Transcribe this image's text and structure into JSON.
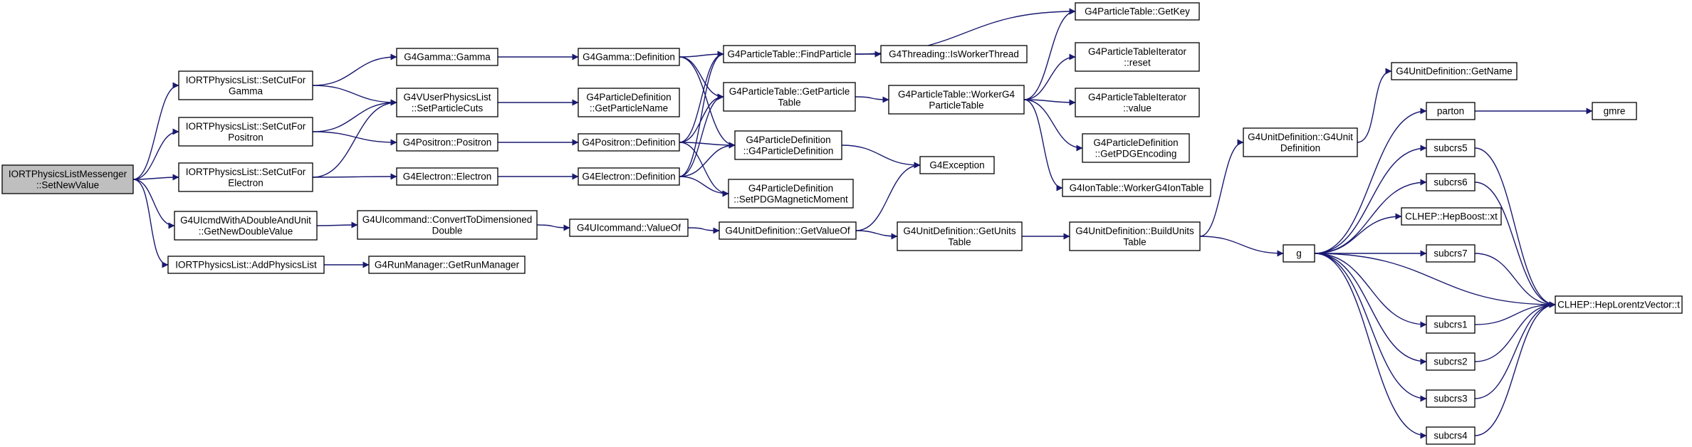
{
  "colors": {
    "edge": "#191970",
    "node_border": "#000000",
    "root_fill": "#bfbfbf",
    "node_fill": "#ffffff"
  },
  "nodes": [
    {
      "id": "root",
      "lines": [
        "IORTPhysicsListMessenger",
        "::SetNewValue"
      ],
      "root": true
    },
    {
      "id": "n1",
      "lines": [
        "IORTPhysicsList::SetCutFor",
        "Gamma"
      ]
    },
    {
      "id": "n2",
      "lines": [
        "IORTPhysicsList::SetCutFor",
        "Positron"
      ]
    },
    {
      "id": "n3",
      "lines": [
        "IORTPhysicsList::SetCutFor",
        "Electron"
      ]
    },
    {
      "id": "n4",
      "lines": [
        "G4UIcmdWithADoubleAndUnit",
        "::GetNewDoubleValue"
      ]
    },
    {
      "id": "n5",
      "lines": [
        "IORTPhysicsList::AddPhysicsList"
      ]
    },
    {
      "id": "n6",
      "lines": [
        "G4Gamma::Gamma"
      ]
    },
    {
      "id": "n7",
      "lines": [
        "G4VUserPhysicsList",
        "::SetParticleCuts"
      ]
    },
    {
      "id": "n8",
      "lines": [
        "G4Positron::Positron"
      ]
    },
    {
      "id": "n9",
      "lines": [
        "G4Electron::Electron"
      ]
    },
    {
      "id": "n10",
      "lines": [
        "G4UIcommand::ConvertToDimensioned",
        "Double"
      ]
    },
    {
      "id": "n11",
      "lines": [
        "G4RunManager::GetRunManager"
      ]
    },
    {
      "id": "n12",
      "lines": [
        "G4Gamma::Definition"
      ]
    },
    {
      "id": "n13",
      "lines": [
        "G4ParticleDefinition",
        "::GetParticleName"
      ]
    },
    {
      "id": "n14",
      "lines": [
        "G4Positron::Definition"
      ]
    },
    {
      "id": "n15",
      "lines": [
        "G4Electron::Definition"
      ]
    },
    {
      "id": "n16",
      "lines": [
        "G4UIcommand::ValueOf"
      ]
    },
    {
      "id": "n17",
      "lines": [
        "G4ParticleTable::FindParticle"
      ]
    },
    {
      "id": "n18",
      "lines": [
        "G4ParticleTable::GetParticle",
        "Table"
      ]
    },
    {
      "id": "n19",
      "lines": [
        "G4ParticleDefinition",
        "::G4ParticleDefinition"
      ]
    },
    {
      "id": "n20",
      "lines": [
        "G4ParticleDefinition",
        "::SetPDGMagneticMoment"
      ]
    },
    {
      "id": "n21",
      "lines": [
        "G4UnitDefinition::GetValueOf"
      ]
    },
    {
      "id": "n22",
      "lines": [
        "G4Threading::IsWorkerThread"
      ]
    },
    {
      "id": "n23",
      "lines": [
        "G4ParticleTable::WorkerG4",
        "ParticleTable"
      ]
    },
    {
      "id": "n24",
      "lines": [
        "G4Exception"
      ]
    },
    {
      "id": "n25",
      "lines": [
        "G4UnitDefinition::GetUnits",
        "Table"
      ]
    },
    {
      "id": "n26",
      "lines": [
        "G4ParticleTable::GetKey"
      ]
    },
    {
      "id": "n27",
      "lines": [
        "G4ParticleTableIterator",
        "::reset"
      ]
    },
    {
      "id": "n28",
      "lines": [
        "G4ParticleTableIterator",
        "::value"
      ]
    },
    {
      "id": "n29",
      "lines": [
        "G4ParticleDefinition",
        "::GetPDGEncoding"
      ]
    },
    {
      "id": "n30",
      "lines": [
        "G4IonTable::WorkerG4IonTable"
      ]
    },
    {
      "id": "n31",
      "lines": [
        "G4UnitDefinition::BuildUnits",
        "Table"
      ]
    },
    {
      "id": "n32",
      "lines": [
        "G4UnitDefinition::G4Unit",
        "Definition"
      ]
    },
    {
      "id": "n33",
      "lines": [
        "g"
      ]
    },
    {
      "id": "n34",
      "lines": [
        "G4UnitDefinition::GetName"
      ]
    },
    {
      "id": "n35",
      "lines": [
        "parton"
      ]
    },
    {
      "id": "n36",
      "lines": [
        "subcrs5"
      ]
    },
    {
      "id": "n37",
      "lines": [
        "subcrs6"
      ]
    },
    {
      "id": "n38",
      "lines": [
        "CLHEP::HepBoost::xt"
      ]
    },
    {
      "id": "n39",
      "lines": [
        "subcrs7"
      ]
    },
    {
      "id": "n40",
      "lines": [
        "subcrs1"
      ]
    },
    {
      "id": "n41",
      "lines": [
        "subcrs2"
      ]
    },
    {
      "id": "n42",
      "lines": [
        "subcrs3"
      ]
    },
    {
      "id": "n43",
      "lines": [
        "subcrs4"
      ]
    },
    {
      "id": "n44",
      "lines": [
        "gmre"
      ]
    },
    {
      "id": "n45",
      "lines": [
        "CLHEP::HepLorentzVector::t"
      ]
    }
  ],
  "edges": [
    [
      "root",
      "n1"
    ],
    [
      "root",
      "n2"
    ],
    [
      "root",
      "n3"
    ],
    [
      "root",
      "n4"
    ],
    [
      "root",
      "n5"
    ],
    [
      "n1",
      "n6"
    ],
    [
      "n1",
      "n7"
    ],
    [
      "n2",
      "n7"
    ],
    [
      "n2",
      "n8"
    ],
    [
      "n3",
      "n7"
    ],
    [
      "n3",
      "n9"
    ],
    [
      "n4",
      "n10"
    ],
    [
      "n5",
      "n11"
    ],
    [
      "n6",
      "n12"
    ],
    [
      "n7",
      "n13"
    ],
    [
      "n8",
      "n14"
    ],
    [
      "n9",
      "n15"
    ],
    [
      "n10",
      "n16"
    ],
    [
      "n12",
      "n17"
    ],
    [
      "n12",
      "n18"
    ],
    [
      "n12",
      "n19"
    ],
    [
      "n14",
      "n17"
    ],
    [
      "n14",
      "n18"
    ],
    [
      "n14",
      "n19"
    ],
    [
      "n14",
      "n20"
    ],
    [
      "n15",
      "n17"
    ],
    [
      "n15",
      "n18"
    ],
    [
      "n15",
      "n19"
    ],
    [
      "n15",
      "n20"
    ],
    [
      "n16",
      "n21"
    ],
    [
      "n17",
      "n22"
    ],
    [
      "n17",
      "n26"
    ],
    [
      "n18",
      "n23"
    ],
    [
      "n19",
      "n24"
    ],
    [
      "n21",
      "n24"
    ],
    [
      "n21",
      "n25"
    ],
    [
      "n23",
      "n26"
    ],
    [
      "n23",
      "n27"
    ],
    [
      "n23",
      "n28"
    ],
    [
      "n23",
      "n29"
    ],
    [
      "n23",
      "n30"
    ],
    [
      "n25",
      "n31"
    ],
    [
      "n31",
      "n32"
    ],
    [
      "n31",
      "n33"
    ],
    [
      "n32",
      "n34"
    ],
    [
      "n33",
      "n35"
    ],
    [
      "n33",
      "n36"
    ],
    [
      "n33",
      "n37"
    ],
    [
      "n33",
      "n38"
    ],
    [
      "n33",
      "n39"
    ],
    [
      "n33",
      "n45"
    ],
    [
      "n33",
      "n40"
    ],
    [
      "n33",
      "n41"
    ],
    [
      "n33",
      "n42"
    ],
    [
      "n33",
      "n43"
    ],
    [
      "n35",
      "n44"
    ],
    [
      "n36",
      "n45"
    ],
    [
      "n37",
      "n45"
    ],
    [
      "n39",
      "n45"
    ],
    [
      "n40",
      "n45"
    ],
    [
      "n41",
      "n45"
    ],
    [
      "n42",
      "n45"
    ],
    [
      "n43",
      "n45"
    ]
  ]
}
